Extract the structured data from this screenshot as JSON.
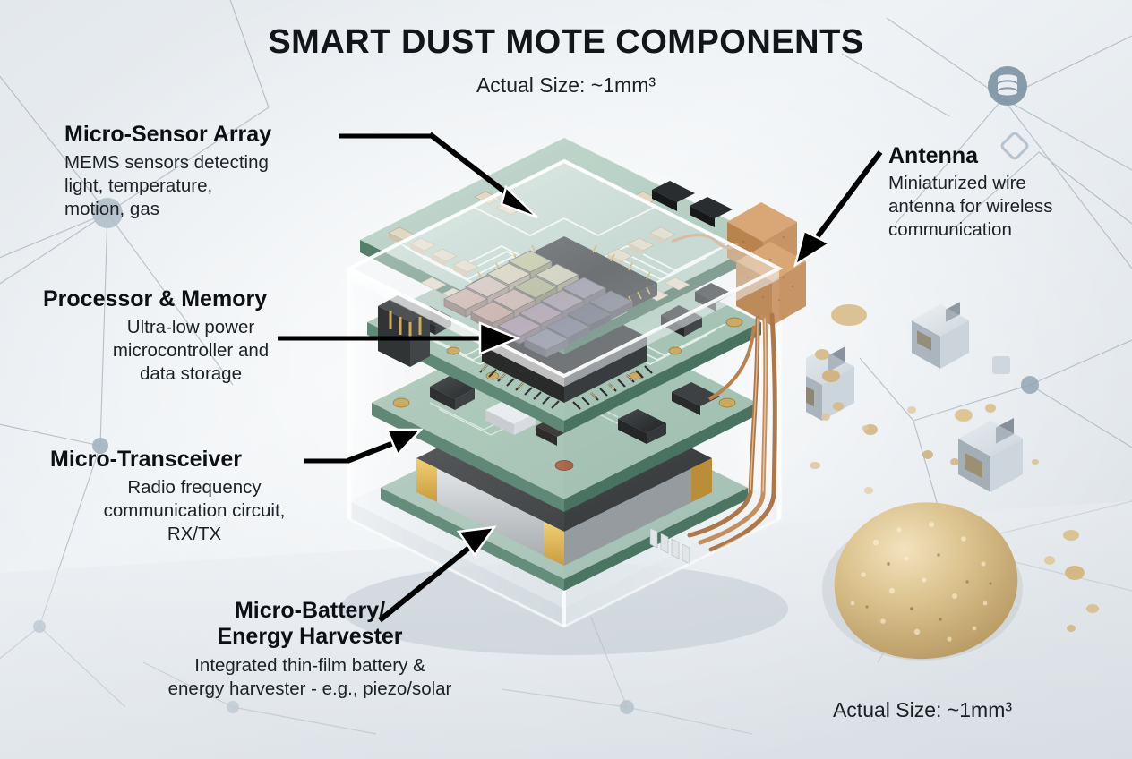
{
  "header": {
    "title": "SMART DUST MOTE COMPONENTS",
    "subtitle": "Actual Size: ~1mm³"
  },
  "footer": {
    "scale_caption": "Actual Size: ~1mm³"
  },
  "labels": [
    {
      "id": "micro-sensor-array",
      "heading": "Micro-Sensor Array",
      "body": "MEMS sensors detecting light, temperature, motion, gas",
      "body_lines": [
        "MEMS sensors detecting",
        "light, temperature,",
        "motion, gas"
      ]
    },
    {
      "id": "processor-memory",
      "heading": "Processor & Memory",
      "body": "Ultra-low power microcontroller and data storage",
      "body_lines": [
        "Ultra-low power",
        "microcontroller and",
        "data storage"
      ]
    },
    {
      "id": "micro-transceiver",
      "heading": "Micro-Transceiver",
      "body": "Radio frequency communication circuit, RX/TX",
      "body_lines": [
        "Radio frequency",
        "communication circuit,",
        "RX/TX"
      ]
    },
    {
      "id": "micro-battery-energy-harvester",
      "heading_lines": [
        "Micro-Battery/",
        "Energy Harvester"
      ],
      "heading": "Micro-Battery/ Energy Harvester",
      "body": "Integrated thin-film battery & energy harvester - e.g., piezo/solar",
      "body_lines": [
        "Integrated thin-film battery &",
        "energy harvester - e.g., piezo/solar"
      ]
    },
    {
      "id": "antenna",
      "heading": "Antenna",
      "body": "Miniaturized wire antenna for wireless communication",
      "body_lines": [
        "Miniaturized wire",
        "antenna for wireless",
        "communication"
      ]
    }
  ],
  "diagram": {
    "name": "exploded-smart-dust-mote-cube",
    "enclosure": "transparent cube housing",
    "layers": [
      {
        "name": "sensor-array-layer",
        "description": "PCB with 4x4 MEMS sensor die array"
      },
      {
        "name": "processor-layer",
        "description": "PCB with microcontroller QFP package"
      },
      {
        "name": "transceiver-layer",
        "description": "RF communication PCB"
      },
      {
        "name": "battery-layer",
        "description": "thin-film micro-battery / energy harvester"
      }
    ],
    "antenna_block": "copper coil antenna with wire leads"
  },
  "scene": {
    "network_node_icon": "database-icon",
    "mote_cubes_count": 3,
    "large_sand_grain": "golden sand grain for scale",
    "sand_specks_count": 18
  },
  "colors": {
    "background": "#dfe4e9",
    "background_light": "#f2f5f7",
    "text": "#12161a",
    "arrow": "#000000",
    "network_line": "#8d9aa6",
    "network_node": "#9fb0bd",
    "pcb_green": "#4e8069",
    "pcb_green_dark": "#2f5a48",
    "copper": "#b5713c",
    "gold": "#d8ab35",
    "silver": "#c9cdd0",
    "chip_black": "#1f2224",
    "glass": "#ffffff"
  },
  "sensor_pads": [
    "#b8bd93",
    "#c9c7ac",
    "#8d8b9d",
    "#6f7285",
    "#d5cbb0",
    "#a9ad86",
    "#9a8f9e",
    "#5f6478",
    "#cdb9ae",
    "#c4a9a2",
    "#9e8e9c",
    "#6b6f86",
    "#c8a79c",
    "#bf9b93",
    "#a08ea0",
    "#7b7f93"
  ]
}
